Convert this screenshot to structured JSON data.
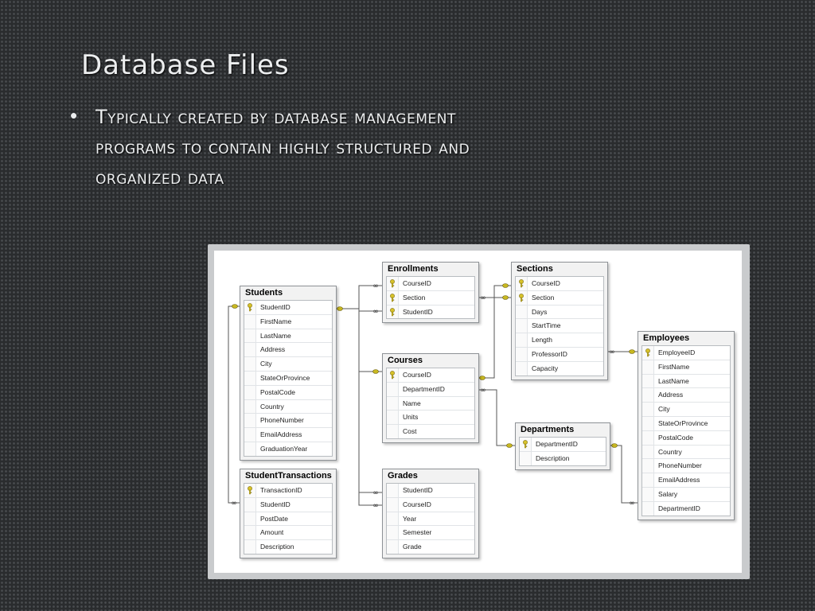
{
  "slide": {
    "title": "Database Files",
    "bullet": "Typically created by database management programs to contain highly structured and organized data"
  },
  "colors": {
    "key": "#d8c32a",
    "line": "#555555",
    "connector": "#c8b820"
  },
  "tables": [
    {
      "id": "students",
      "title": "Students",
      "fields": [
        {
          "name": "StudentID",
          "key": true
        },
        {
          "name": "FirstName"
        },
        {
          "name": "LastName"
        },
        {
          "name": "Address"
        },
        {
          "name": "City"
        },
        {
          "name": "StateOrProvince"
        },
        {
          "name": "PostalCode"
        },
        {
          "name": "Country"
        },
        {
          "name": "PhoneNumber"
        },
        {
          "name": "EmailAddress"
        },
        {
          "name": "GraduationYear"
        }
      ]
    },
    {
      "id": "enrollments",
      "title": "Enrollments",
      "fields": [
        {
          "name": "CourseID",
          "key": true
        },
        {
          "name": "Section",
          "key": true
        },
        {
          "name": "StudentID",
          "key": true
        }
      ]
    },
    {
      "id": "sections",
      "title": "Sections",
      "fields": [
        {
          "name": "CourseID",
          "key": true
        },
        {
          "name": "Section",
          "key": true
        },
        {
          "name": "Days"
        },
        {
          "name": "StartTime"
        },
        {
          "name": "Length"
        },
        {
          "name": "ProfessorID"
        },
        {
          "name": "Capacity"
        }
      ]
    },
    {
      "id": "courses",
      "title": "Courses",
      "fields": [
        {
          "name": "CourseID",
          "key": true
        },
        {
          "name": "DepartmentID"
        },
        {
          "name": "Name"
        },
        {
          "name": "Units"
        },
        {
          "name": "Cost"
        }
      ]
    },
    {
      "id": "employees",
      "title": "Employees",
      "fields": [
        {
          "name": "EmployeeID",
          "key": true
        },
        {
          "name": "FirstName"
        },
        {
          "name": "LastName"
        },
        {
          "name": "Address"
        },
        {
          "name": "City"
        },
        {
          "name": "StateOrProvince"
        },
        {
          "name": "PostalCode"
        },
        {
          "name": "Country"
        },
        {
          "name": "PhoneNumber"
        },
        {
          "name": "EmailAddress"
        },
        {
          "name": "Salary"
        },
        {
          "name": "DepartmentID"
        }
      ]
    },
    {
      "id": "departments",
      "title": "Departments",
      "fields": [
        {
          "name": "DepartmentID",
          "key": true
        },
        {
          "name": "Description"
        }
      ]
    },
    {
      "id": "studenttransactions",
      "title": "StudentTransactions",
      "fields": [
        {
          "name": "TransactionID",
          "key": true
        },
        {
          "name": "StudentID"
        },
        {
          "name": "PostDate"
        },
        {
          "name": "Amount"
        },
        {
          "name": "Description"
        }
      ]
    },
    {
      "id": "grades",
      "title": "Grades",
      "fields": [
        {
          "name": "StudentID"
        },
        {
          "name": "CourseID"
        },
        {
          "name": "Year"
        },
        {
          "name": "Semester"
        },
        {
          "name": "Grade"
        }
      ]
    }
  ]
}
